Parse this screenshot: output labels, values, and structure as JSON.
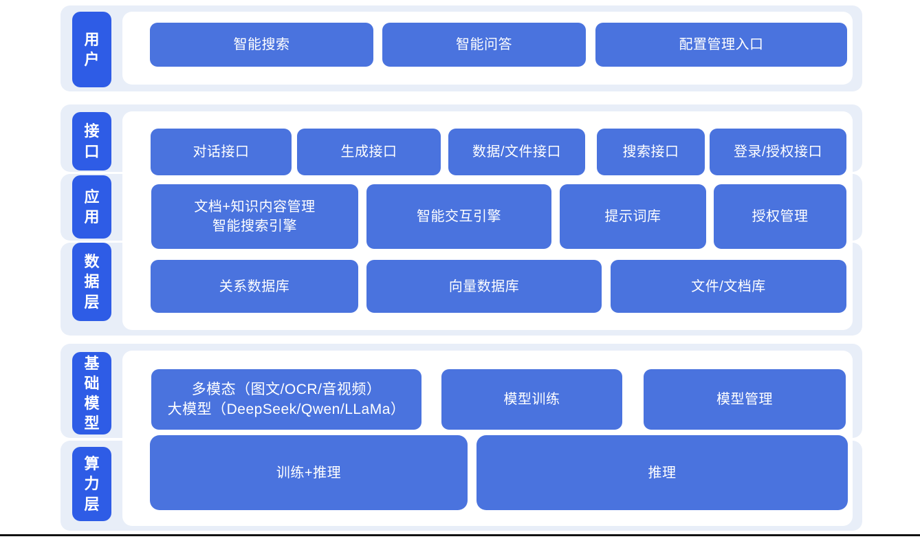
{
  "colors": {
    "panel": "#e8eef8",
    "card": "#ffffff",
    "label_blue": "#2e5ce6",
    "button_blue": "#4a73de",
    "text_white": "#ffffff",
    "bottom_line": "#121212"
  },
  "user_layer": {
    "label": "用户",
    "search": "智能搜索",
    "qa": "智能问答",
    "config_entry": "配置管理入口"
  },
  "middle_layer": {
    "interface_label": "接口",
    "application_label": "应用",
    "data_label": "数据层",
    "dialog_api": "对话接口",
    "generation_api": "生成接口",
    "data_file_api": "数据/文件接口",
    "search_api": "搜索接口",
    "login_auth_api": "登录/授权接口",
    "doc_knowledge_line1": "文档+知识内容管理",
    "doc_knowledge_line2": "智能搜索引擎",
    "interaction_engine": "智能交互引擎",
    "prompt_library": "提示词库",
    "auth_management": "授权管理",
    "relational_db": "关系数据库",
    "vector_db": "向量数据库",
    "file_doc_db": "文件/文档库"
  },
  "foundation_layer": {
    "base_model_label": "基础模型",
    "compute_label": "算力层",
    "multimodal_line1": "多模态（图文/OCR/音视频）",
    "multimodal_line2": "大模型（DeepSeek/Qwen/LLaMa）",
    "model_training": "模型训练",
    "model_management": "模型管理",
    "train_inference": "训练+推理",
    "inference": "推理"
  }
}
